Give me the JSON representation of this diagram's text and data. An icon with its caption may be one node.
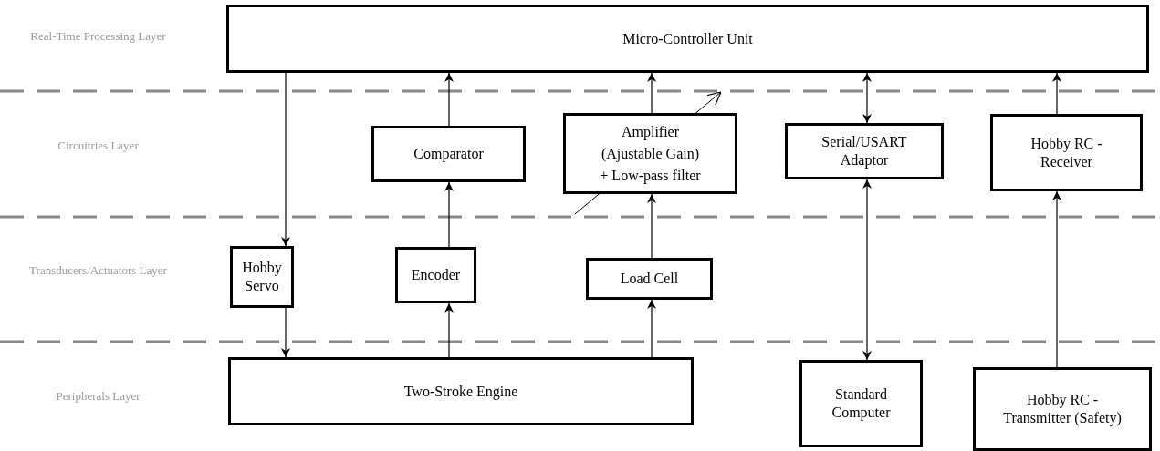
{
  "diagram": {
    "nodes": [
      {
        "text": [
          "Micro-Controller Unit"
        ]
      },
      {
        "text": [
          "Comparator"
        ]
      },
      {
        "text": [
          "Amplifier",
          "(Ajustable Gain)",
          "+ Low-pass filter"
        ]
      },
      {
        "text": [
          "Serial/USART Adaptor"
        ]
      },
      {
        "text": [
          "Hobby RC - Receiver"
        ]
      },
      {
        "text": [
          "Hobby Servo"
        ]
      },
      {
        "text": [
          "Encoder"
        ]
      },
      {
        "text": [
          "Load Cell"
        ]
      },
      {
        "text": [
          "Two-Stroke Engine"
        ]
      },
      {
        "text": [
          "Standard Computer"
        ]
      },
      {
        "text": [
          "Hobby RC - Transmitter (Safety)"
        ]
      }
    ],
    "edges": [
      {
        "from": 0,
        "to": 5,
        "arrow": "to"
      },
      {
        "from": 5,
        "to": 8,
        "arrow": "to"
      },
      {
        "from": 8,
        "to": 6,
        "arrow": "to"
      },
      {
        "from": 6,
        "to": 1,
        "arrow": "to"
      },
      {
        "from": 1,
        "to": 0,
        "arrow": "to"
      },
      {
        "from": 8,
        "to": 7,
        "arrow": "to"
      },
      {
        "from": 7,
        "to": 2,
        "arrow": "to"
      },
      {
        "from": 2,
        "to": 0,
        "arrow": "to"
      },
      {
        "from": 3,
        "to": 0,
        "arrow": "both"
      },
      {
        "from": 3,
        "to": 9,
        "arrow": "both"
      },
      {
        "from": 10,
        "to": 4,
        "arrow": "to"
      },
      {
        "from": 4,
        "to": 0,
        "arrow": "to"
      }
    ],
    "labels": [
      "Real-Time Processing Layer",
      "Circuitries Layer",
      "Transducers/Actuators Layer",
      "Peripherals Layer"
    ]
  }
}
